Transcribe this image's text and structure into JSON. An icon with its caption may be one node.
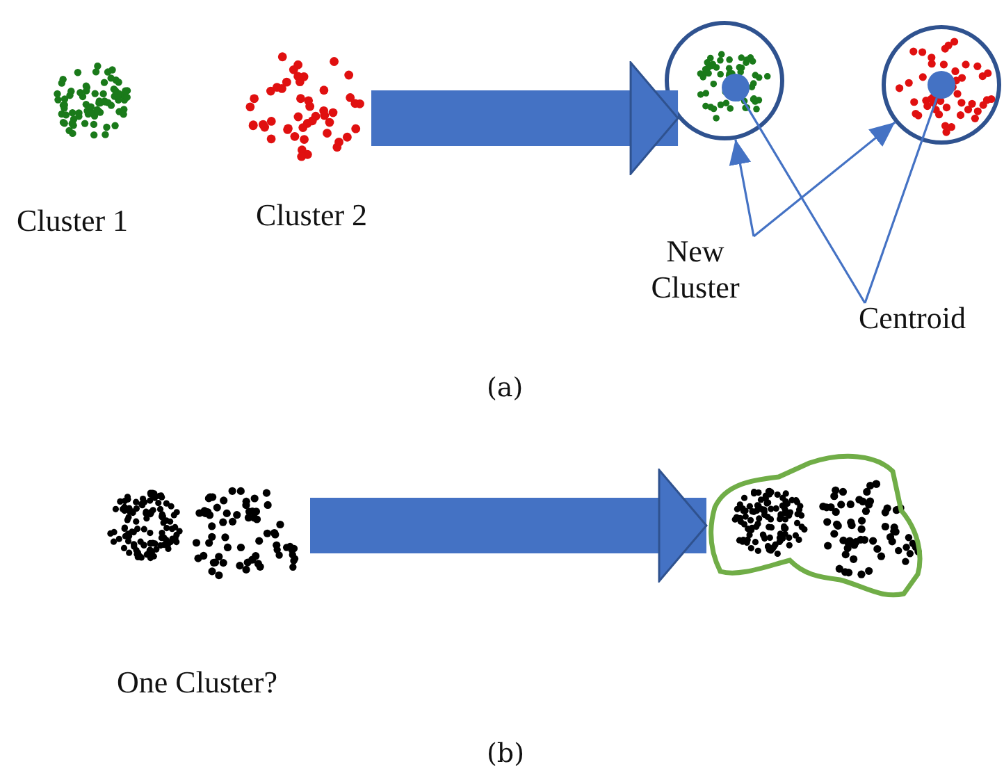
{
  "diagram": {
    "nodes": [
      {
        "text": [],
        "shape": "picture",
        "beside": [
          "Cluster 1"
        ]
      },
      {
        "text": [],
        "shape": "picture",
        "beside": [
          "Cluster 2"
        ]
      },
      {
        "text": [],
        "shape": "circle"
      },
      {
        "text": [],
        "shape": "circle"
      },
      {
        "text": [],
        "shape": "circle",
        "in": 2
      },
      {
        "text": [],
        "shape": "circle",
        "in": 3
      },
      {
        "text": [
          "New Cluster"
        ]
      },
      {
        "text": [
          "Centroid"
        ]
      },
      {
        "text": [],
        "shape": "picture",
        "beside": [
          "One Cluster?"
        ]
      },
      {
        "text": [],
        "shape": "picture"
      }
    ],
    "edges": [
      {
        "from": 1,
        "to": 2,
        "arrow": "to",
        "style": "thick"
      },
      {
        "from": 6,
        "to": 2,
        "arrow": "to"
      },
      {
        "from": 6,
        "to": 3,
        "arrow": "to"
      },
      {
        "from": 7,
        "to": 4,
        "arrow": "none"
      },
      {
        "from": 7,
        "to": 5,
        "arrow": "none"
      },
      {
        "from": 8,
        "to": 9,
        "arrow": "to",
        "style": "thick"
      }
    ],
    "labels": [
      "(a)",
      "(b)"
    ]
  }
}
